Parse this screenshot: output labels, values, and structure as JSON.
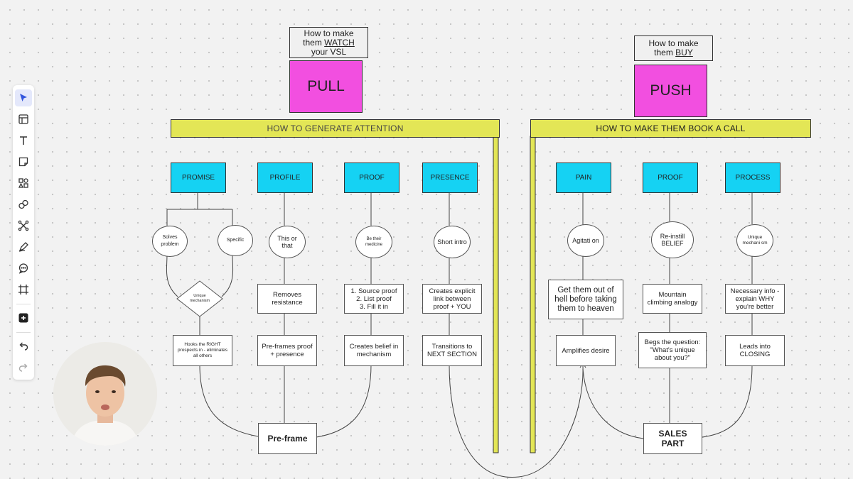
{
  "toolbar": {
    "tools": [
      "select-tool",
      "frame-tool",
      "text-tool",
      "sticky-note-tool",
      "shapes-tool",
      "comment-tool",
      "connector-tool",
      "pen-tool",
      "chat-tool",
      "crop-tool",
      "add-tool",
      "undo-tool",
      "redo-tool"
    ]
  },
  "pull": {
    "note_line1": "How to make",
    "note_line2_pre": "them ",
    "note_line2_u": "WATCH",
    "note_line3": "your VSL",
    "big_label": "PULL",
    "banner": "HOW TO GENERATE ATTENTION",
    "color": "#f24fe0"
  },
  "push": {
    "note_line1": "How to make",
    "note_line2_pre": "them ",
    "note_line2_u": "BUY",
    "big_label": "PUSH",
    "banner": "HOW TO MAKE THEM BOOK A CALL"
  },
  "columns": {
    "promise": {
      "header": "PROMISE",
      "circle1": "Solves problem",
      "circle2": "Specific",
      "diamond": "Unique mechanism",
      "box": "Hooks the RIGHT prospects in - eliminates all others"
    },
    "profile": {
      "header": "PROFILE",
      "circle": "This or that",
      "box1": "Removes resistance",
      "box2": "Pre-frames proof + presence"
    },
    "proof_left": {
      "header": "PROOF",
      "circle": "Be their medicine",
      "box1_l1": "1. Source proof",
      "box1_l2": "2. List proof",
      "box1_l3": "3. Fill it in",
      "box2": "Creates belief in mechanism"
    },
    "presence": {
      "header": "PRESENCE",
      "circle": "Short intro",
      "box1": "Creates explicit link between proof + YOU",
      "box2": "Transitions to NEXT SECTION"
    },
    "pain": {
      "header": "PAIN",
      "circle": "Agitati on",
      "box1": "Get them out of hell before taking them to heaven",
      "box2": "Amplifies desire"
    },
    "proof_right": {
      "header": "PROOF",
      "circle": "Re-instill BELIEF",
      "box1": "Mountain climbing analogy",
      "box2": "Begs the question: \"What's unique about you?\""
    },
    "process": {
      "header": "PROCESS",
      "circle": "Unique mechani sm",
      "box1": "Necessary info - explain WHY you're better",
      "box2": "Leads into CLOSING"
    }
  },
  "preframe": "Pre-frame",
  "sales_part": "SALES PART",
  "colors": {
    "banner": "#e3e656",
    "header": "#15d2f3",
    "canvas": "#f2f2f2"
  }
}
